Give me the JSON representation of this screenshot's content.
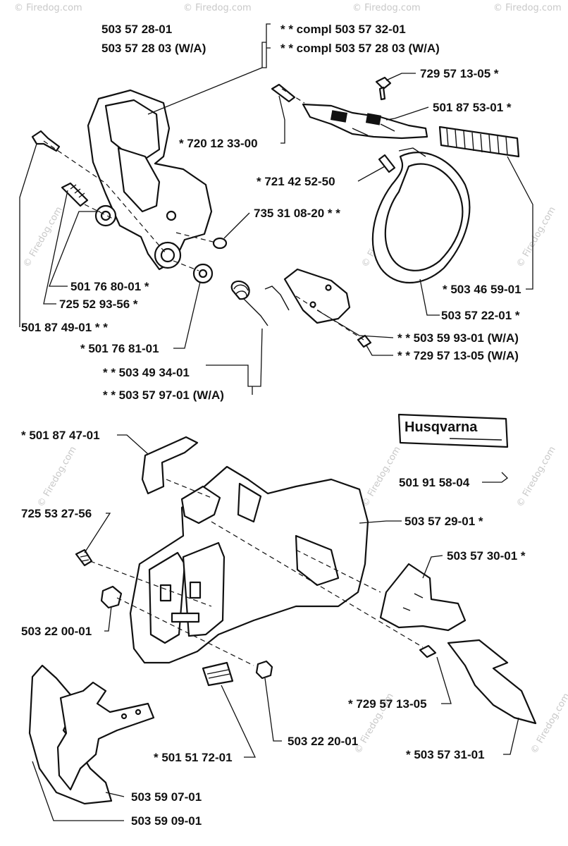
{
  "labels": {
    "l1": "503 57 28-01",
    "l2": "503 57 28 03 (W/A)",
    "l3": "* *  compl 503 57 32-01",
    "l4": "* *  compl 503 57 28 03 (W/A)",
    "l5": "729 57 13-05  *",
    "l6": "501 87 53-01  *",
    "l7": "*  720 12 33-00",
    "l8": "*  721 42 52-50",
    "l9": "735 31 08-20  * *",
    "l10": "501 76 80-01  *",
    "l11": "725 52 93-56  *",
    "l12": "501 87 49-01  * *",
    "l13": "*  501 76 81-01",
    "l14": "*  503 46 59-01",
    "l15": "503 57 22-01  *",
    "l16": "* *  503 59 93-01 (W/A)",
    "l17": "* *  729 57 13-05 (W/A)",
    "l18": "* *  503 49 34-01",
    "l19": "* *  503 57 97-01 (W/A)",
    "l20": "*  501 87 47-01",
    "l21": "501 91 58-04",
    "l22": "725 53 27-56",
    "l23": "503 57 29-01  *",
    "l24": "503 57 30-01  *",
    "l25": "503 22 00-01",
    "l26": "*  729 57 13-05",
    "l27": "503 22 20-01",
    "l28": "*  501 51 72-01",
    "l29": "*  503 57 31-01",
    "l30": "503 59 07-01",
    "l31": "503 59 09-01"
  },
  "logo": {
    "text": "Husqvarna"
  },
  "watermark": {
    "text": "© Firedog.com"
  },
  "colors": {
    "ink": "#111111",
    "paper": "#ffffff",
    "watermark": "#c8c8c8"
  }
}
